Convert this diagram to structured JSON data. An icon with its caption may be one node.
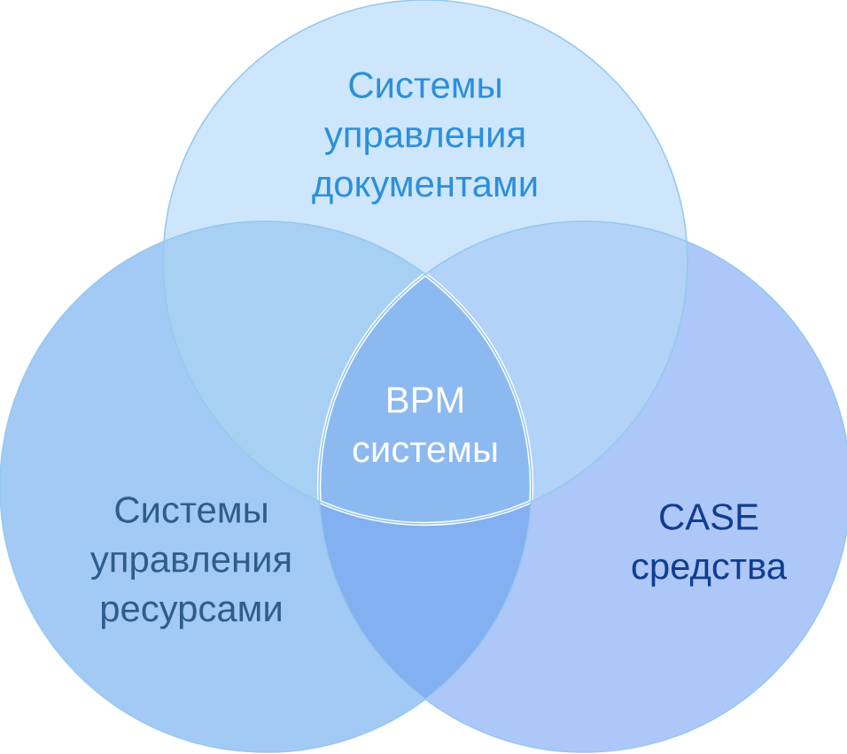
{
  "diagram": {
    "nodes": [
      {
        "text": [
          "Системы управления документами"
        ]
      },
      {
        "text": [
          "Системы управления ресурсами"
        ]
      },
      {
        "text": [
          "CASE средства"
        ]
      },
      {
        "text": [
          "BPM системы"
        ]
      }
    ]
  }
}
